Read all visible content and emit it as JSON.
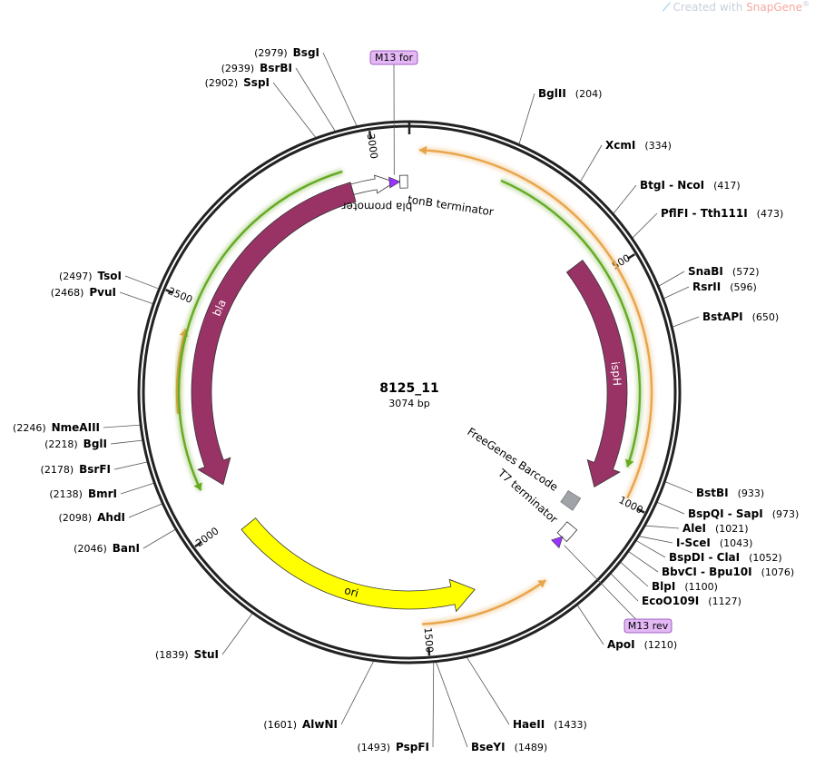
{
  "watermark": {
    "prefix": "Created with ",
    "brand": "SnapGene",
    "mark": "®"
  },
  "plasmid": {
    "name": "8125_11",
    "length_label": "3074 bp",
    "total_bp": 3074
  },
  "ticks": [
    {
      "pos": 500,
      "label": "500"
    },
    {
      "pos": 1000,
      "label": "1000"
    },
    {
      "pos": 1500,
      "label": "1500"
    },
    {
      "pos": 2000,
      "label": "2000"
    },
    {
      "pos": 2500,
      "label": "2500"
    },
    {
      "pos": 3000,
      "label": "3000"
    }
  ],
  "features": [
    {
      "name": "ispH",
      "start": 450,
      "end": 1000,
      "dir": "cw",
      "type": "cds",
      "color": "#993366",
      "label_inside": true
    },
    {
      "name": "bla",
      "start": 2080,
      "end": 2940,
      "dir": "ccw",
      "type": "cds",
      "color": "#993366",
      "label_inside": true
    },
    {
      "name": "ori",
      "start": 1380,
      "end": 1970,
      "dir": "ccw",
      "type": "ori",
      "color": "#ffff00",
      "label_inside": true
    },
    {
      "name": "bla promoter",
      "start": 2940,
      "end": 3040,
      "dir": "cw",
      "type": "promoter",
      "color": "#ffffff"
    },
    {
      "name": "tonB terminator",
      "start": 3052,
      "end": 3070,
      "dir": "none",
      "type": "terminator",
      "color": "#ffffff"
    },
    {
      "name": "T7 terminator",
      "start": 1105,
      "end": 1140,
      "dir": "none",
      "type": "terminator",
      "color": "#ffffff"
    },
    {
      "name": "FreeGenes Barcode",
      "start": 1040,
      "end": 1075,
      "dir": "none",
      "type": "misc",
      "color": "#a0a4a8"
    }
  ],
  "primers": [
    {
      "name": "M13 for",
      "pos": 3040,
      "dir": "cw",
      "color": "#9933ff"
    },
    {
      "name": "M13 rev",
      "pos": 1150,
      "dir": "ccw",
      "color": "#9933ff"
    }
  ],
  "orfs": [
    {
      "start": 20,
      "end": 990,
      "dir": "ccw",
      "color": "#e8a54a"
    },
    {
      "start": 1230,
      "end": 1510,
      "dir": "ccw",
      "color": "#e8a54a"
    },
    {
      "start": 2260,
      "end": 2440,
      "dir": "cw",
      "color": "#e8a54a"
    },
    {
      "start": 200,
      "end": 930,
      "dir": "cw",
      "color": "#66aa22"
    },
    {
      "start": 2090,
      "end": 2930,
      "dir": "ccw",
      "color": "#66aa22"
    }
  ],
  "sites": [
    {
      "name": "BsgI",
      "pos": "2979",
      "bp": 2979
    },
    {
      "name": "BsrBI",
      "pos": "2939",
      "bp": 2939
    },
    {
      "name": "SspI",
      "pos": "2902",
      "bp": 2902
    },
    {
      "name": "BglII",
      "pos": "204",
      "bp": 204
    },
    {
      "name": "XcmI",
      "pos": "334",
      "bp": 334
    },
    {
      "name": "BtgI - NcoI",
      "pos": "417",
      "bp": 417
    },
    {
      "name": "PflFI - Tth111I",
      "pos": "473",
      "bp": 473
    },
    {
      "name": "SnaBI",
      "pos": "572",
      "bp": 572
    },
    {
      "name": "RsrII",
      "pos": "596",
      "bp": 596
    },
    {
      "name": "BstAPI",
      "pos": "650",
      "bp": 650
    },
    {
      "name": "BstBI",
      "pos": "933",
      "bp": 933
    },
    {
      "name": "BspQI - SapI",
      "pos": "973",
      "bp": 973
    },
    {
      "name": "AleI",
      "pos": "1021",
      "bp": 1021
    },
    {
      "name": "I-SceI",
      "pos": "1043",
      "bp": 1043
    },
    {
      "name": "BspDI - ClaI",
      "pos": "1052",
      "bp": 1052
    },
    {
      "name": "BbvCI - Bpu10I",
      "pos": "1076",
      "bp": 1076
    },
    {
      "name": "BlpI",
      "pos": "1100",
      "bp": 1100
    },
    {
      "name": "EcoO109I",
      "pos": "1127",
      "bp": 1127
    },
    {
      "name": "ApoI",
      "pos": "1210",
      "bp": 1210
    },
    {
      "name": "HaeII",
      "pos": "1433",
      "bp": 1433
    },
    {
      "name": "BseYI",
      "pos": "1489",
      "bp": 1489
    },
    {
      "name": "PspFI",
      "pos": "1493",
      "bp": 1493
    },
    {
      "name": "AlwNI",
      "pos": "1601",
      "bp": 1601
    },
    {
      "name": "StuI",
      "pos": "1839",
      "bp": 1839
    },
    {
      "name": "BanI",
      "pos": "2046",
      "bp": 2046
    },
    {
      "name": "AhdI",
      "pos": "2098",
      "bp": 2098
    },
    {
      "name": "BmrI",
      "pos": "2138",
      "bp": 2138
    },
    {
      "name": "BsrFI",
      "pos": "2178",
      "bp": 2178
    },
    {
      "name": "BglI",
      "pos": "2218",
      "bp": 2218
    },
    {
      "name": "NmeAIII",
      "pos": "2246",
      "bp": 2246
    },
    {
      "name": "PvuI",
      "pos": "2468",
      "bp": 2468
    },
    {
      "name": "TsoI",
      "pos": "2497",
      "bp": 2497
    }
  ]
}
